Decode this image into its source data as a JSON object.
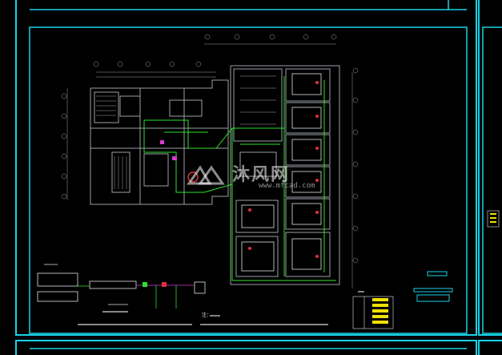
{
  "watermark": {
    "text": "沐风网",
    "url": "www.mfcad.com"
  },
  "notes": {
    "page_note_label": "注："
  },
  "colors": {
    "frame": "#19d3e6",
    "wall": "#9aa0a6",
    "cable": "#29e329",
    "equipment": "#e3e3e3",
    "accent_red": "#e0303a",
    "accent_magenta": "#d23cd2",
    "legend_yellow": "#f0e000"
  }
}
